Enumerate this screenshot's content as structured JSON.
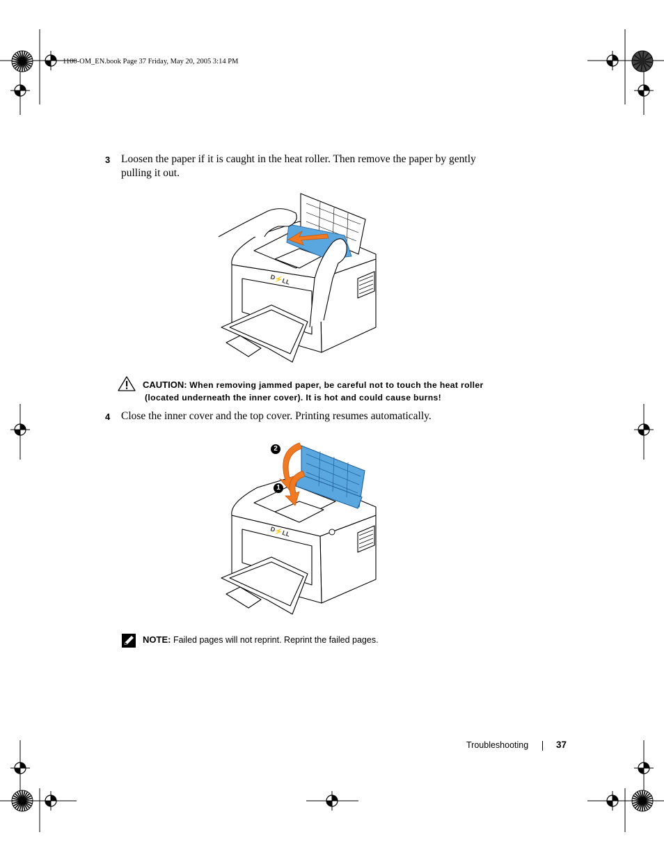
{
  "header": {
    "slug": "1100-OM_EN.book  Page 37  Friday, May 20, 2005  3:14 PM"
  },
  "steps": [
    {
      "number": "3",
      "lines": [
        "Loosen the paper if it is caught in the heat roller. Then remove the paper by gently",
        "pulling it out."
      ]
    },
    {
      "number": "4",
      "lines": [
        "Close the inner cover and the top cover. Printing resumes automatically."
      ]
    }
  ],
  "caution": {
    "label": "CAUTION:",
    "line1": "When removing jammed paper, be careful not to touch the heat roller",
    "line2": "(located underneath the inner cover). It is hot and could cause burns!"
  },
  "figure2": {
    "callouts": [
      "2",
      "1"
    ]
  },
  "note": {
    "label": "NOTE:",
    "text": "Failed pages will not reprint. Reprint the failed pages."
  },
  "footer": {
    "section": "Troubleshooting",
    "page_number": "37"
  },
  "colors": {
    "accent_blue": "#5aa7e0",
    "arrow_orange": "#f07a22"
  },
  "icons": {
    "caution": "warning-triangle-icon",
    "note": "pencil-icon",
    "registration": "crosshair-icon",
    "color_bar": "starburst-icon"
  }
}
